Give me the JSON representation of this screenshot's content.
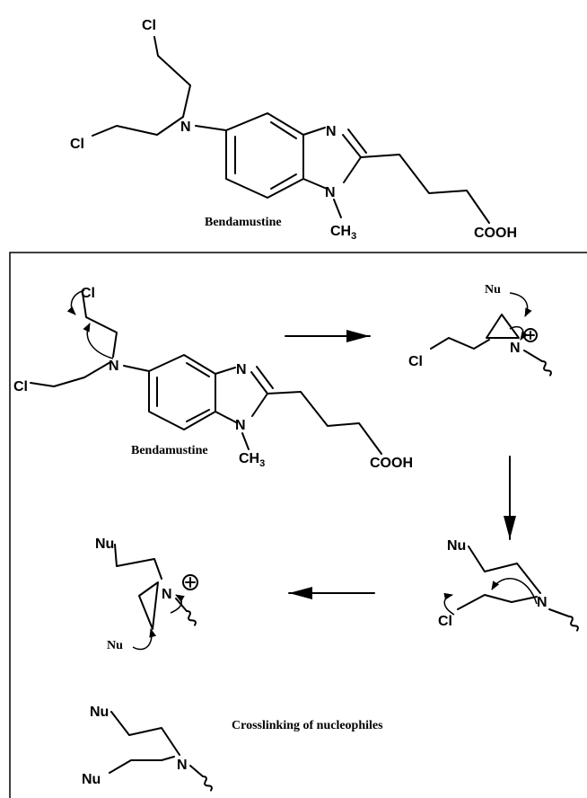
{
  "atoms": {
    "cl": "Cl",
    "n": "N",
    "cooh": "COOH",
    "ch3_c": "CH",
    "ch3_sub": "3",
    "nu": "Nu",
    "plus": "+"
  },
  "labels": {
    "bendamustine": "Bendamustine",
    "crosslinking": "Crosslinking of nucleophiles"
  }
}
